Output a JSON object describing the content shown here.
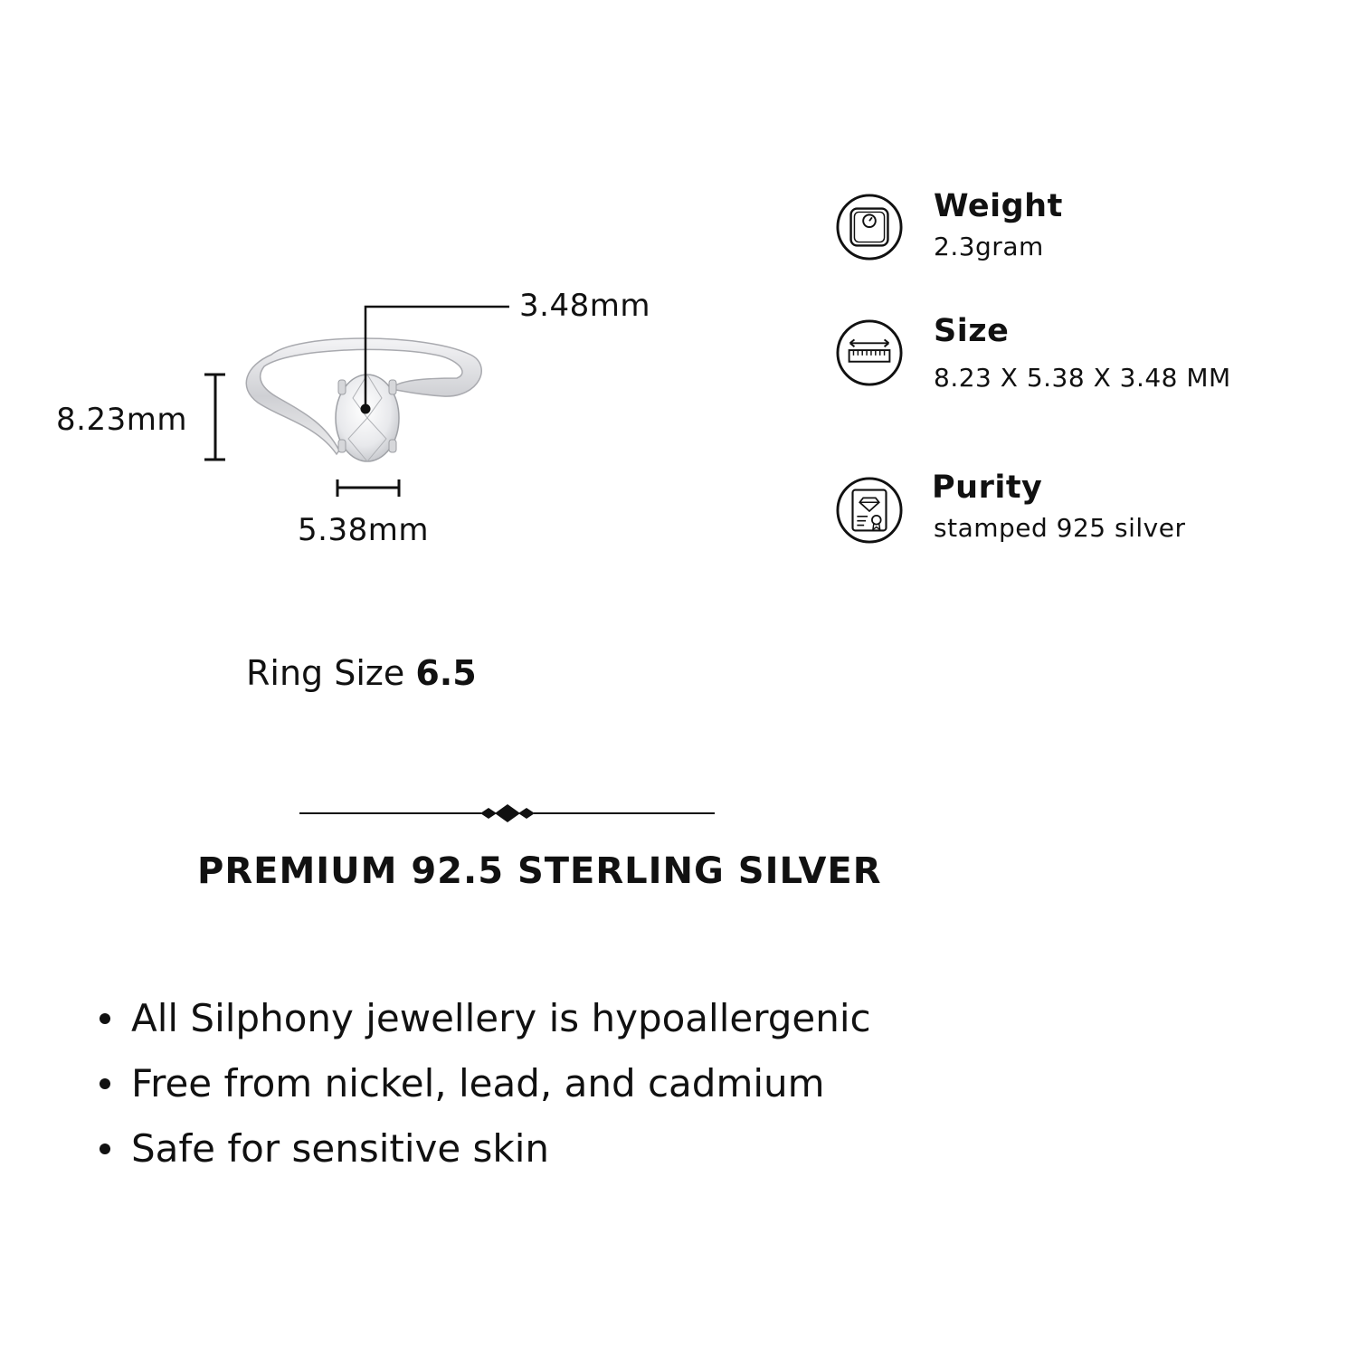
{
  "ring": {
    "width_label": "5.38mm",
    "height_label": "8.23mm",
    "depth_label": "3.48mm",
    "ring_size_prefix": "Ring Size",
    "ring_size_value": "6.5"
  },
  "specs": [
    {
      "icon": "weighing-scale-icon",
      "title": "Weight",
      "value": "2.3gram"
    },
    {
      "icon": "ruler-measure-icon",
      "title": "Size",
      "value": "8.23 X 5.38 X 3.48 MM"
    },
    {
      "icon": "certificate-diamond-icon",
      "title": "Purity",
      "value": "stamped 925 silver"
    }
  ],
  "premium_heading": "PREMIUM 92.5 STERLING SILVER",
  "bullets": [
    "All Silphony jewellery is hypoallergenic",
    "Free from nickel, lead, and cadmium",
    "Safe for sensitive skin"
  ],
  "colors": {
    "text": "#111111",
    "background": "#ffffff",
    "metal": "#d9d9dc"
  }
}
